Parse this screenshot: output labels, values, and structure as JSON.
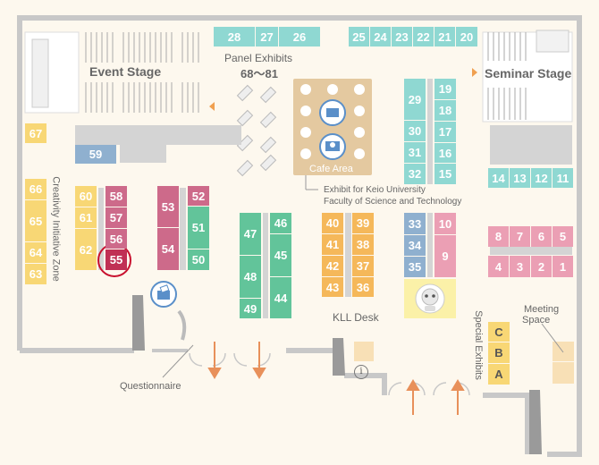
{
  "labels": {
    "event_stage": "Event Stage",
    "seminar_stage": "Seminar Stage",
    "panel_exhibits": "Panel Exhibits",
    "panel_range": "68〜81",
    "cafe_area": "Cafe Area",
    "keio_line1": "Exhibit for Keio University",
    "keio_line2": "Faculty of Science and Technology",
    "creativity_zone": "Creativity Initiative Zone",
    "kll_desk": "KLL Desk",
    "questionnaire": "Questionnaire",
    "special_exhibits": "Special Exhibits",
    "meeting_space_1": "Meeting",
    "meeting_space_2": "Space",
    "info_symbol": "i"
  },
  "highlighted_booth": "55",
  "colors": {
    "teal": "#8fd8d2",
    "yellow": "#f8d775",
    "pink": "#eb9fb4",
    "dark_pink": "#cd6a8a",
    "green": "#62c49a",
    "orange": "#f5b85a",
    "blue": "#8fb0cf",
    "highlight": "#c03055",
    "circle": "#c8102e"
  },
  "booths": {
    "b1": "1",
    "b2": "2",
    "b3": "3",
    "b4": "4",
    "b5": "5",
    "b6": "6",
    "b7": "7",
    "b8": "8",
    "b9": "9",
    "b10": "10",
    "b11": "11",
    "b12": "12",
    "b13": "13",
    "b14": "14",
    "b15": "15",
    "b16": "16",
    "b17": "17",
    "b18": "18",
    "b19": "19",
    "b20": "20",
    "b21": "21",
    "b22": "22",
    "b23": "23",
    "b24": "24",
    "b25": "25",
    "b26": "26",
    "b27": "27",
    "b28": "28",
    "b29": "29",
    "b30": "30",
    "b31": "31",
    "b32": "32",
    "b33": "33",
    "b34": "34",
    "b35": "35",
    "b36": "36",
    "b37": "37",
    "b38": "38",
    "b39": "39",
    "b40": "40",
    "b41": "41",
    "b42": "42",
    "b43": "43",
    "b44": "44",
    "b45": "45",
    "b46": "46",
    "b47": "47",
    "b48": "48",
    "b49": "49",
    "b50": "50",
    "b51": "51",
    "b52": "52",
    "b53": "53",
    "b54": "54",
    "b55": "55",
    "b56": "56",
    "b57": "57",
    "b58": "58",
    "b59": "59",
    "b60": "60",
    "b61": "61",
    "b62": "62",
    "b63": "63",
    "b64": "64",
    "b65": "65",
    "b66": "66",
    "b67": "67",
    "bA": "A",
    "bB": "B",
    "bC": "C"
  }
}
